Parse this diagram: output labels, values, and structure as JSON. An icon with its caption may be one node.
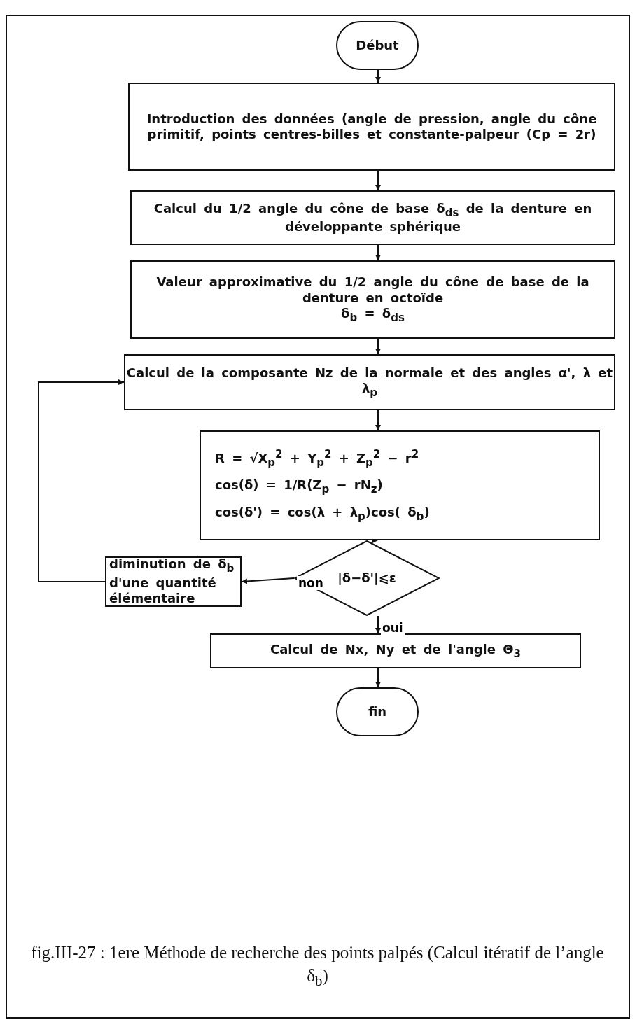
{
  "diagram": {
    "caption": "fig.III-27 : 1ere Méthode de recherche des points palpés (Calcul itératif de l’angle δ$_{b}$)",
    "nodes": [
      {
        "text": [
          "Début"
        ]
      },
      {
        "text": [
          "Introduction des données (angle de pression, angle du cône primitif, points centres-billes et constante-palpeur (Cp = 2r)"
        ]
      },
      {
        "text": [
          "Calcul du 1/2 angle du cône de base δ$_{ds}$ de la denture en développante sphérique"
        ]
      },
      {
        "text": [
          "Valeur approximative du 1/2 angle du cône de base de la denture en octoïde",
          "δ$_{b}$ = δ$_{ds}$"
        ]
      },
      {
        "text": [
          "Calcul de la composante Nz de la normale et des angles α', λ et λ$_{p}$"
        ]
      },
      {
        "text": [
          "R = √X$_{p}$$^{2}$ + Y$_{p}$$^{2}$ + Z$_{p}$$^{2}$ − r$^{2}$",
          "cos(δ) = 1/R(Z$_{p}$ − rN$_{z}$)",
          "cos(δ') = cos(λ + λ$_{p}$)cos( δ$_{b}$)"
        ]
      },
      {
        "text": [
          "|δ−δ'|⩽ε"
        ]
      },
      {
        "text": [
          "diminution de δ$_{b}$ d'une quantité élémentaire"
        ]
      },
      {
        "text": [
          "Calcul de Nx, Ny et de l'angle Θ$_{3}$"
        ]
      },
      {
        "text": [
          "fin"
        ]
      }
    ],
    "edges": [
      {
        "from": 0,
        "to": 1,
        "arrow": "to"
      },
      {
        "from": 1,
        "to": 2,
        "arrow": "to"
      },
      {
        "from": 2,
        "to": 3,
        "arrow": "to"
      },
      {
        "from": 3,
        "to": 4,
        "arrow": "to"
      },
      {
        "from": 4,
        "to": 5,
        "arrow": "to"
      },
      {
        "from": 5,
        "to": 6,
        "arrow": "to"
      },
      {
        "from": 6,
        "to": 7,
        "arrow": "to",
        "label": "non"
      },
      {
        "from": 7,
        "to": 4,
        "arrow": "to"
      },
      {
        "from": 6,
        "to": 8,
        "arrow": "to",
        "label": "oui"
      },
      {
        "from": 8,
        "to": 9,
        "arrow": "to"
      }
    ]
  }
}
